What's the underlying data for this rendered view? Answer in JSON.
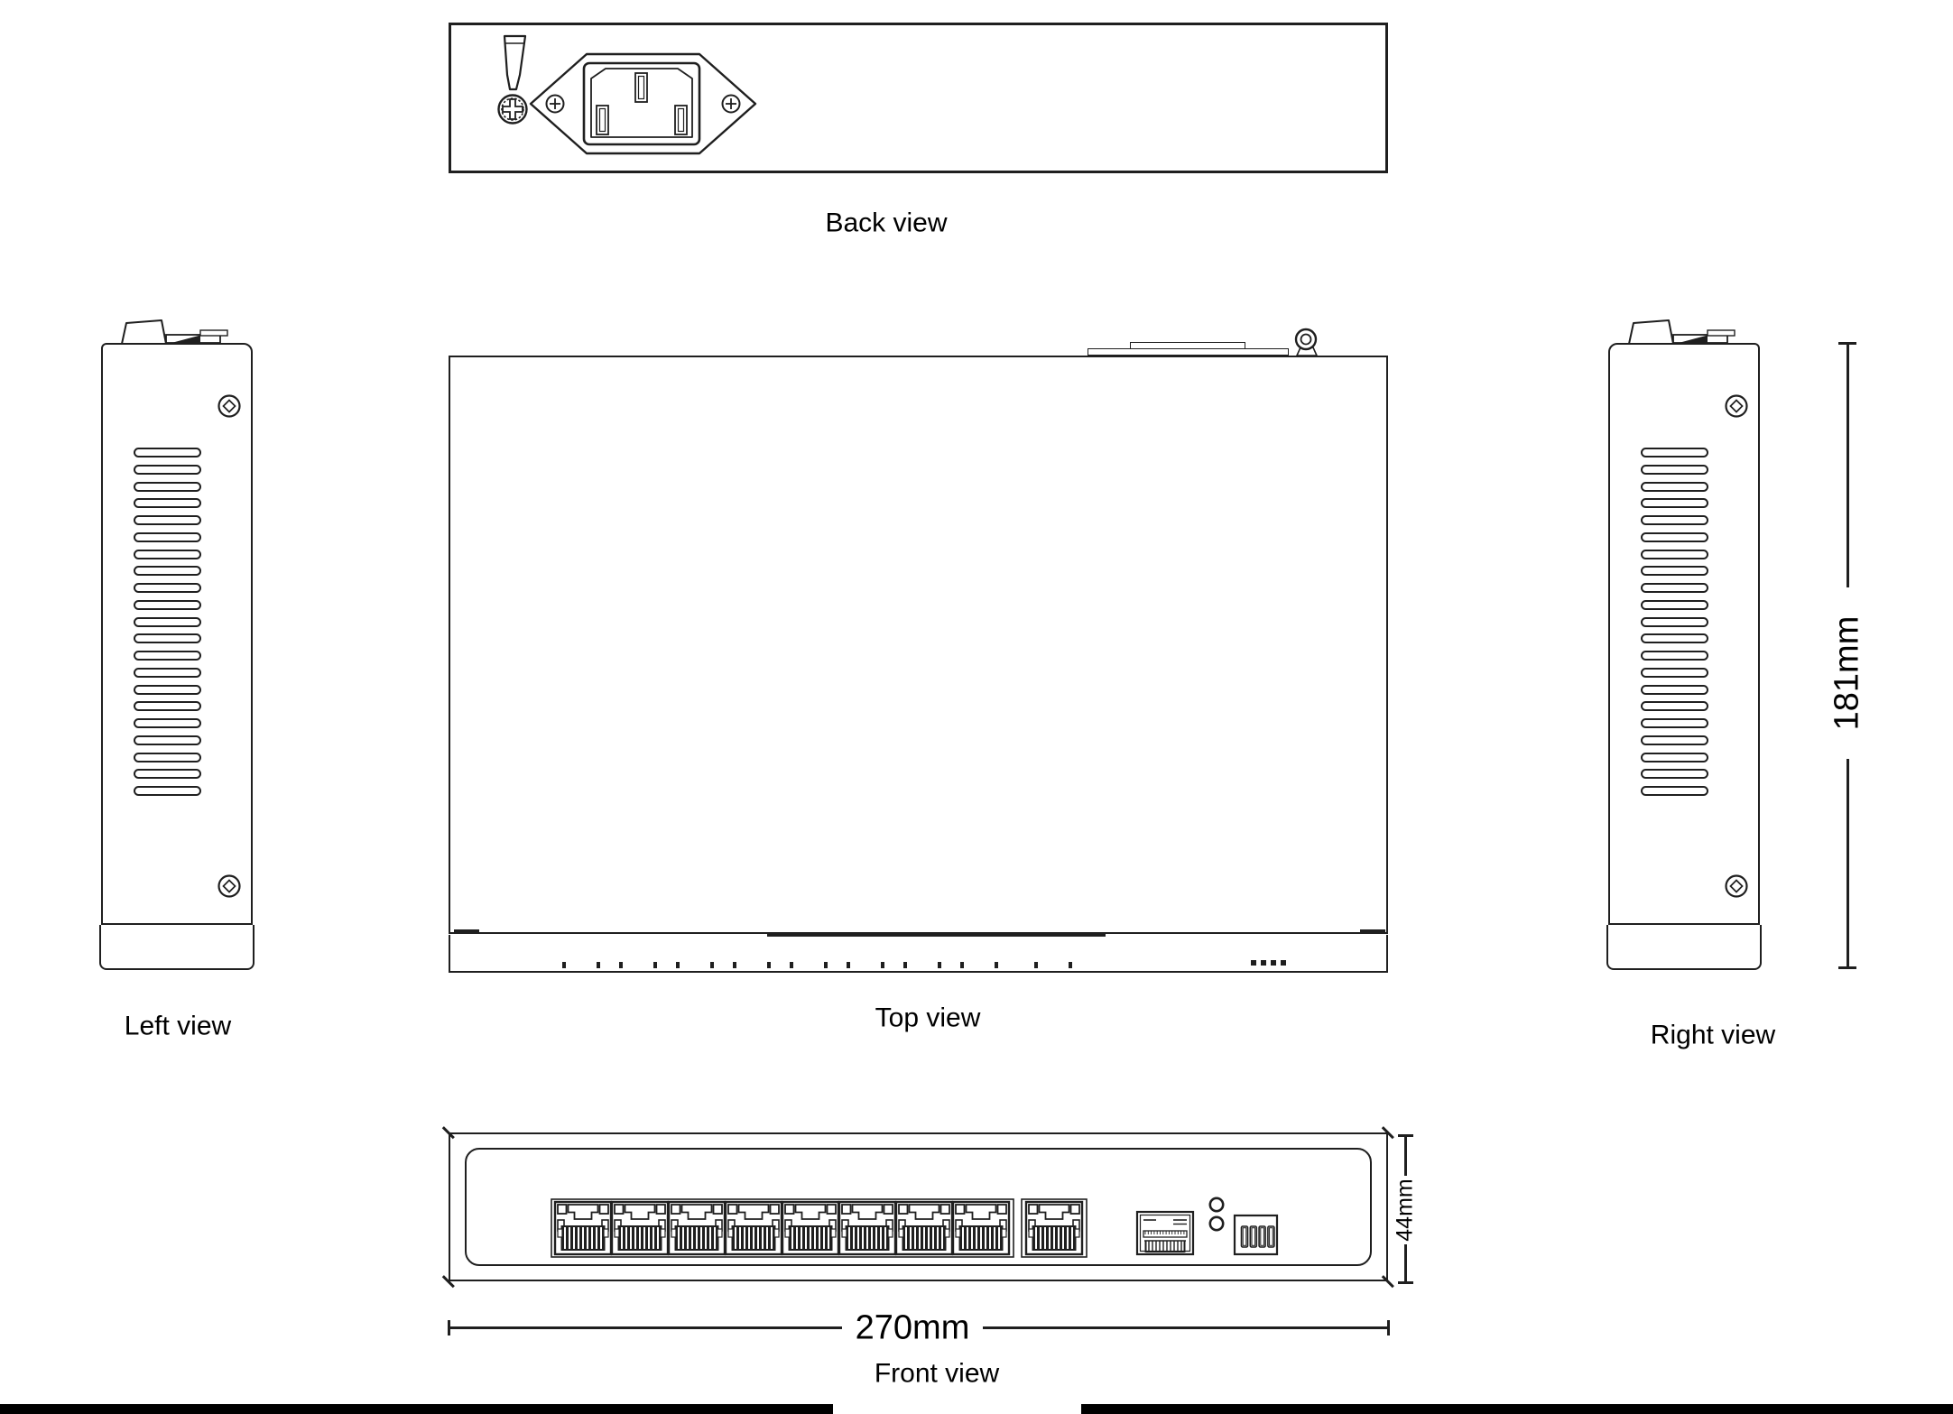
{
  "drawing": {
    "labels": {
      "back": "Back view",
      "left": "Left view",
      "top": "Top view",
      "right": "Right view",
      "front": "Front view"
    },
    "dims": {
      "height": "181mm",
      "width": "270mm",
      "front_height": "44mm"
    },
    "front_panel": {
      "rj45_group": 8,
      "rj45_uplink": 1,
      "sfp": 1,
      "leds": 2,
      "dip_positions": 4
    },
    "side_vents": 21,
    "colors": {
      "line": "#1f1f1f",
      "background": "#ffffff",
      "text": "#000000"
    }
  }
}
